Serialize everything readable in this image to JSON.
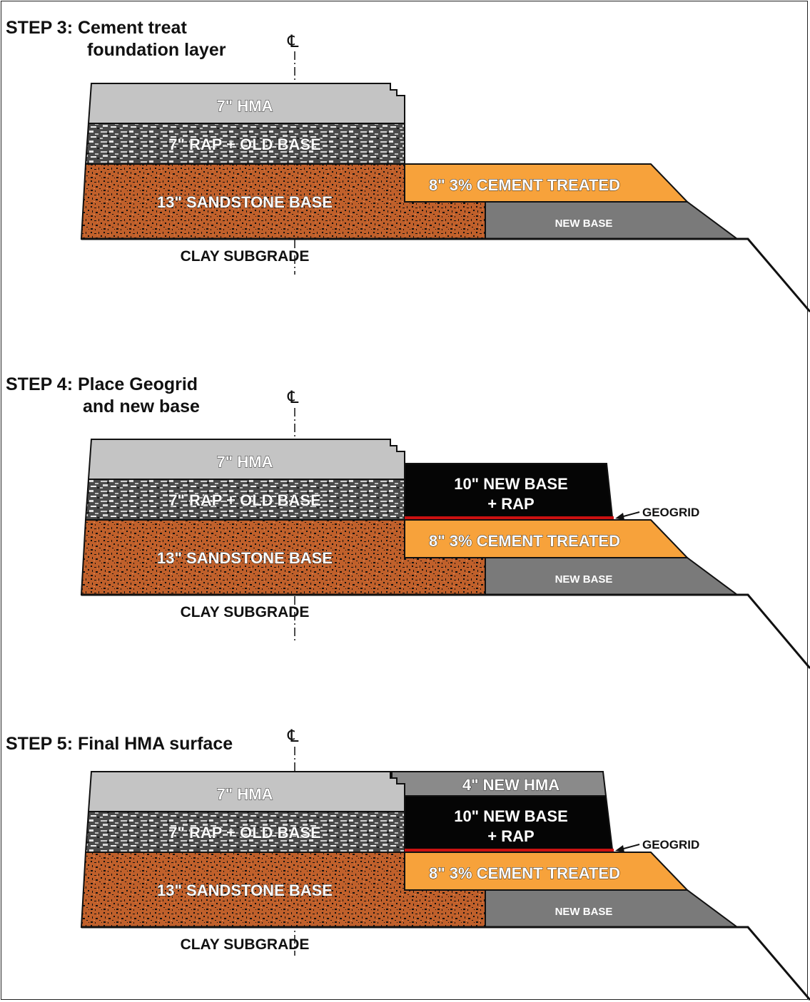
{
  "colors": {
    "hma_old": "#c4c4c4",
    "rap_old_base": "#5a5a5a",
    "sandstone_base": "#b8582a",
    "cement_treated": "#f7a23b",
    "new_base_gray": "#7a7a7a",
    "new_base_rap": "#050505",
    "new_hma": "#8a8a8a",
    "geogrid": "#cc1111",
    "outline": "#111111"
  },
  "centerline_symbol": "℄",
  "steps": [
    {
      "title_line1": "STEP 3:  Cement treat",
      "title_line2": "foundation layer",
      "labels": {
        "hma": "7\" HMA",
        "rap_old_base": "7\" RAP + OLD BASE",
        "sandstone": "13\" SANDSTONE BASE",
        "cement": "8\" 3% CEMENT TREATED",
        "new_base": "NEW BASE",
        "subgrade": "CLAY SUBGRADE"
      }
    },
    {
      "title_line1": "STEP 4:  Place Geogrid",
      "title_line2": "and new base",
      "labels": {
        "hma": "7\" HMA",
        "rap_old_base": "7\" RAP + OLD BASE",
        "sandstone": "13\" SANDSTONE BASE",
        "cement": "8\" 3% CEMENT TREATED",
        "new_base": "NEW BASE",
        "subgrade": "CLAY SUBGRADE",
        "new_base_rap_line1": "10\" NEW BASE",
        "new_base_rap_line2": "+ RAP",
        "geogrid": "GEOGRID"
      }
    },
    {
      "title_line1": "STEP 5:  Final HMA surface",
      "title_line2": "",
      "labels": {
        "hma": "7\" HMA",
        "rap_old_base": "7\" RAP + OLD BASE",
        "sandstone": "13\" SANDSTONE BASE",
        "cement": "8\" 3% CEMENT TREATED",
        "new_base": "NEW BASE",
        "subgrade": "CLAY SUBGRADE",
        "new_base_rap_line1": "10\" NEW BASE",
        "new_base_rap_line2": "+ RAP",
        "geogrid": "GEOGRID",
        "new_hma": "4\"  NEW HMA"
      }
    }
  ]
}
